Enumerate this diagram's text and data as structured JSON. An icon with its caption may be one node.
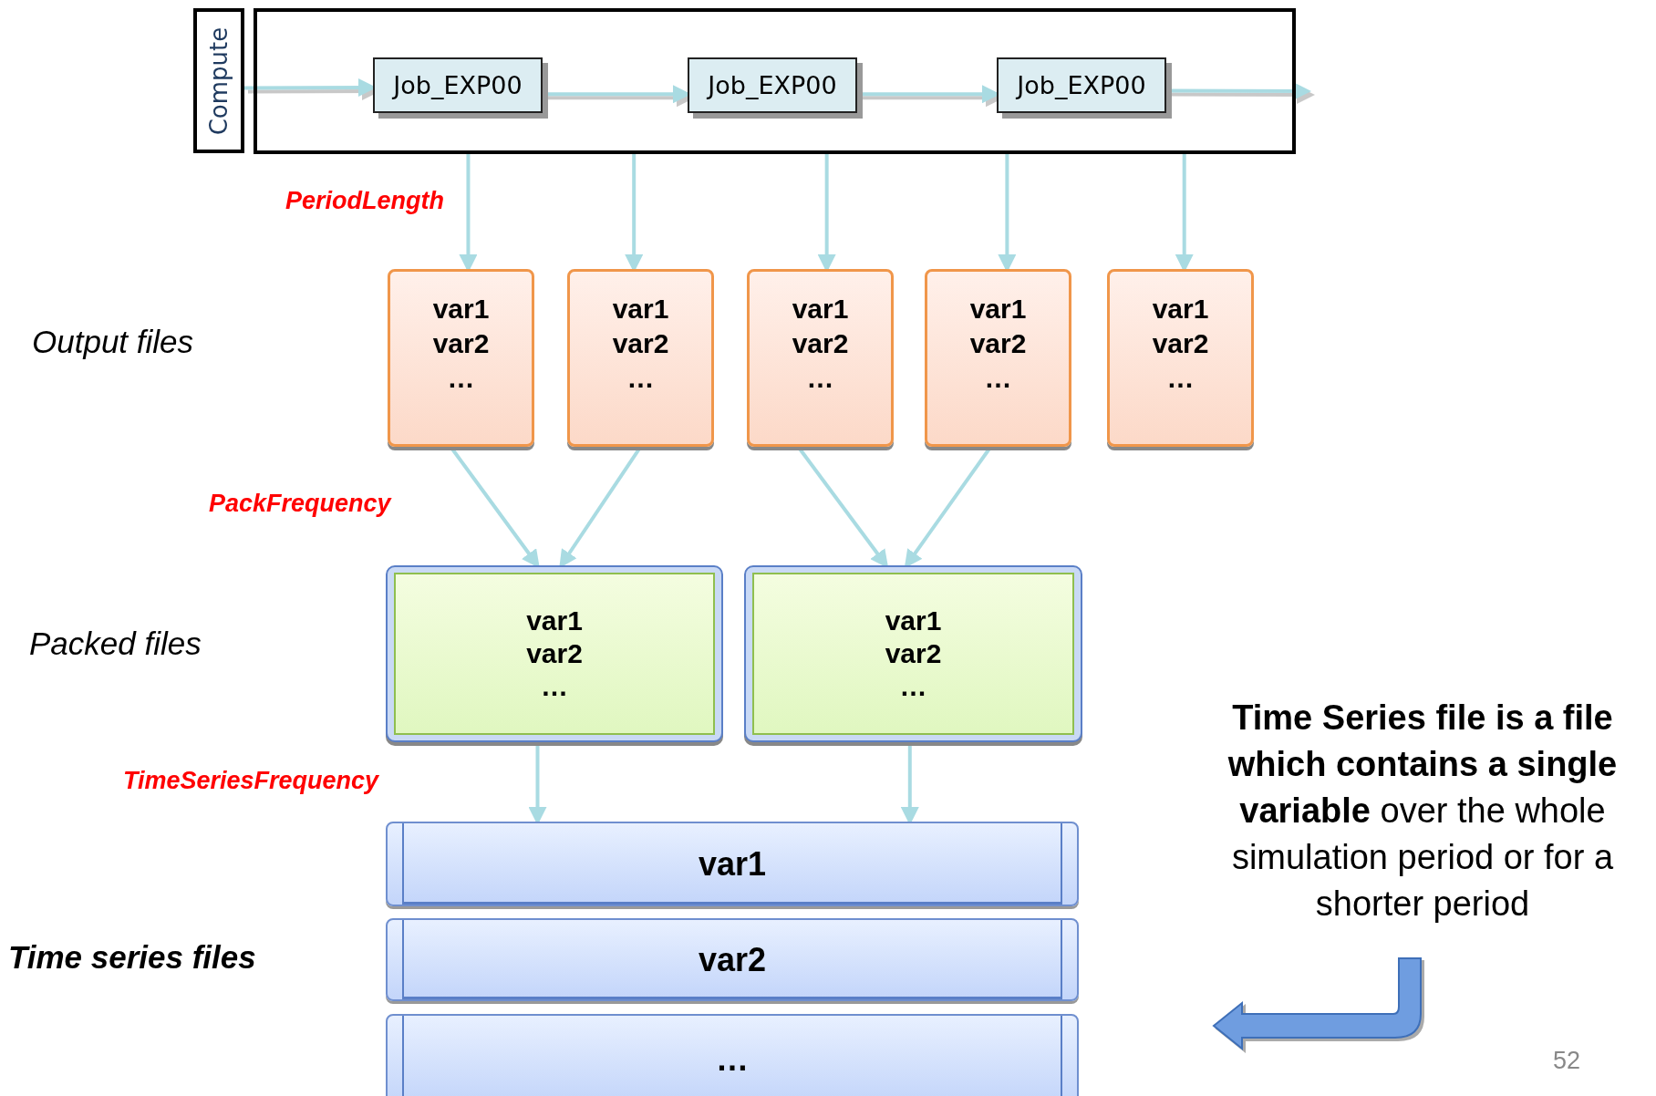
{
  "diagram": {
    "nodes": [
      {
        "text": [
          "Compute"
        ]
      },
      {
        "text": [],
        "shape": "box"
      },
      {
        "text": [
          "Job_EXP00"
        ],
        "in": 1
      },
      {
        "text": [
          "Job_EXP00"
        ],
        "in": 1
      },
      {
        "text": [
          "Job_EXP00"
        ],
        "in": 1
      },
      {
        "text": [
          "var1 var2 …"
        ]
      },
      {
        "text": [
          "var1 var2 …"
        ]
      },
      {
        "text": [
          "var1 var2 …"
        ]
      },
      {
        "text": [
          "var1 var2 …"
        ]
      },
      {
        "text": [
          "var1 var2 …"
        ]
      },
      {
        "text": [
          "var1 var2 …"
        ]
      },
      {
        "text": [
          "var1 var2 …"
        ]
      },
      {
        "text": [
          "var1"
        ]
      },
      {
        "text": [
          "var2"
        ]
      },
      {
        "text": [
          "…"
        ]
      }
    ],
    "edges": [
      {
        "from": 0,
        "to": 2,
        "arrow": "to"
      },
      {
        "from": 2,
        "to": 3,
        "arrow": "to"
      },
      {
        "from": 3,
        "to": 4,
        "arrow": "to"
      },
      {
        "from": 4,
        "to": null,
        "arrow": "to"
      },
      {
        "from": 1,
        "to": 5,
        "arrow": "to"
      },
      {
        "from": 1,
        "to": 6,
        "arrow": "to"
      },
      {
        "from": 1,
        "to": 7,
        "arrow": "to"
      },
      {
        "from": 1,
        "to": 8,
        "arrow": "to"
      },
      {
        "from": 1,
        "to": 9,
        "arrow": "to"
      },
      {
        "from": 5,
        "to": 10,
        "arrow": "to"
      },
      {
        "from": 6,
        "to": 10,
        "arrow": "to"
      },
      {
        "from": 7,
        "to": 11,
        "arrow": "to"
      },
      {
        "from": 8,
        "to": 11,
        "arrow": "to"
      },
      {
        "from": 10,
        "to": 12,
        "arrow": "to"
      },
      {
        "from": 11,
        "to": 12,
        "arrow": "to"
      }
    ],
    "labels": [
      "PeriodLength",
      "Output files",
      "PackFrequency",
      "Packed files",
      "TimeSeriesFrequency",
      "**Time Series file is a file which contains a single variable** over the whole simulation period or for a shorter period",
      "Time series files",
      "52"
    ]
  }
}
